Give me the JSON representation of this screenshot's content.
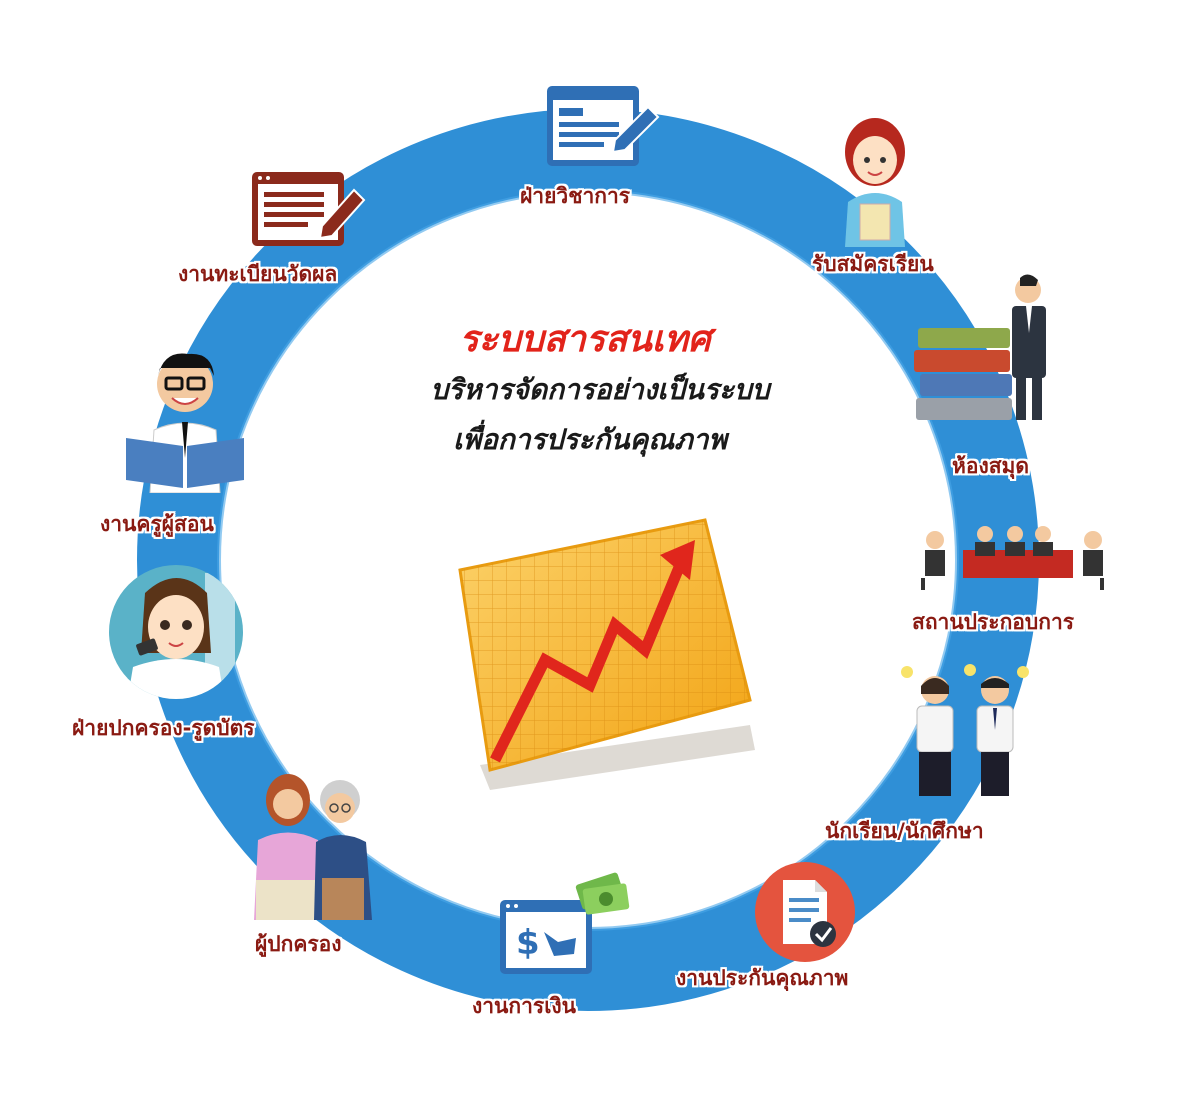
{
  "title": {
    "main": "ระบบสารสนเทศ",
    "line2": "บริหารจัดการอย่างเป็นระบบ",
    "line3": "เพื่อการประกันคุณภาพ"
  },
  "nodes": {
    "academic": "ฝ่ายวิชาการ",
    "admission": "รับสมัครเรียน",
    "library": "ห้องสมุด",
    "enterprise": "สถานประกอบการ",
    "students": "นักเรียน/นักศึกษา",
    "qa": "งานประกันคุณภาพ",
    "finance": "งานการเงิน",
    "parents": "ผู้ปกครอง",
    "governance": "ฝ่ายปกครอง-รูดบัตร",
    "teachers": "งานครูผู้สอน",
    "registration": "งานทะเบียนวัดผล"
  },
  "colors": {
    "ring": "#2f8fd6",
    "title_red": "#e2231a",
    "label": "#8a1a12",
    "icon_blue": "#2f6fb5",
    "icon_dark_red": "#8b2a1c",
    "chart_gold": "#f5b21a",
    "arrow_red": "#e0261c"
  }
}
